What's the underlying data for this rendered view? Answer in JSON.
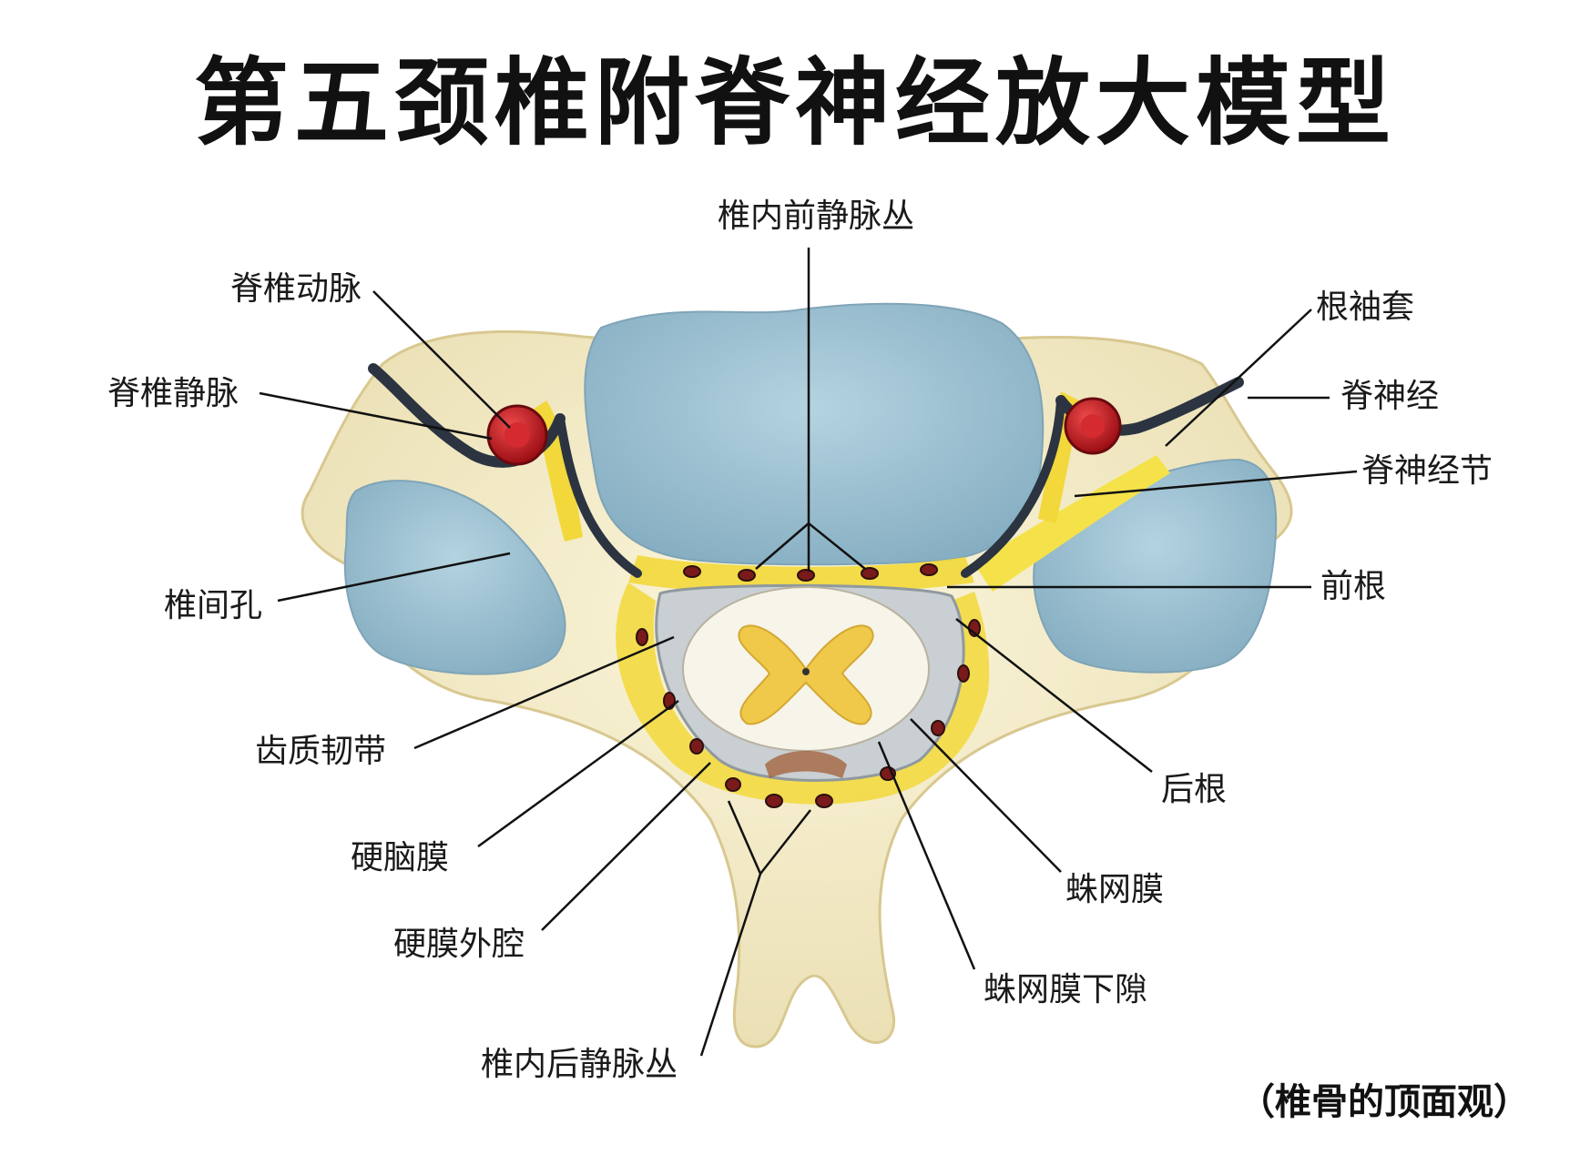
{
  "title": "第五颈椎附脊神经放大模型",
  "caption": "（椎骨的顶面观）",
  "labels": {
    "vertebral_artery": "脊椎动脉",
    "vertebral_vein": "脊椎静脉",
    "anterior_internal_venous_plexus": "椎内前静脉丛",
    "root_sleeve": "根袖套",
    "spinal_nerve": "脊神经",
    "spinal_ganglion": "脊神经节",
    "intervertebral_foramen": "椎间孔",
    "anterior_root": "前根",
    "denticulate_ligament": "齿质韧带",
    "posterior_root": "后根",
    "dura_mater": "硬脑膜",
    "arachnoid": "蛛网膜",
    "epidural_space": "硬膜外腔",
    "subarachnoid_space": "蛛网膜下隙",
    "posterior_internal_venous_plexus": "椎内后静脉丛"
  },
  "colors": {
    "bone": "#f3ecc8",
    "disc": "#9fc3d4",
    "fat": "#f2d83a",
    "artery": "#c0141c",
    "vein": "#2b3440",
    "dura": "#c9cfd2",
    "cord_white": "#f7f4ea",
    "cord_gray": "#f0c94a"
  }
}
